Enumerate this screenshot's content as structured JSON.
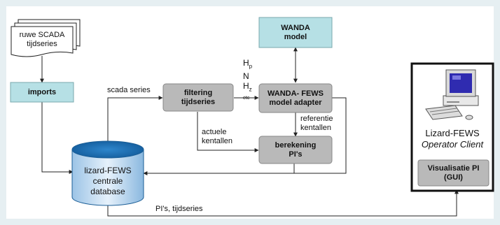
{
  "nodes": {
    "raw_scada": [
      "ruwe SCADA",
      "tijdseries"
    ],
    "imports": "imports",
    "filtering": [
      "filtering",
      "tijdseries"
    ],
    "wanda_model": [
      "WANDA",
      "model"
    ],
    "adapter": [
      "WANDA- FEWS",
      "model adapter"
    ],
    "berekening": [
      "berekening",
      "PI's"
    ],
    "database": [
      "lizard-FEWS",
      "centrale",
      "database"
    ],
    "visualisatie": [
      "Visualisatie PI",
      "(GUI)"
    ]
  },
  "client": {
    "title": "Lizard-FEWS",
    "subtitle": "Operator Client"
  },
  "edge_labels": {
    "scada_series": "scada series",
    "actuele": [
      "actuele",
      "kentallen"
    ],
    "referentie": [
      "referentie",
      "kentallen"
    ],
    "pis_tijdseries": "PI's, tijdseries"
  },
  "params": {
    "hp_base": "H",
    "hp_sub": "p",
    "n": "N",
    "hz_base": "H",
    "hz_sub": "z",
    "etc": "etc"
  },
  "colors": {
    "teal_box": "#b6e0e5",
    "gray_box": "#b9b9b9",
    "database_top": "#1f73b6",
    "database_body": "#cfe4f5",
    "line": "#222222"
  }
}
